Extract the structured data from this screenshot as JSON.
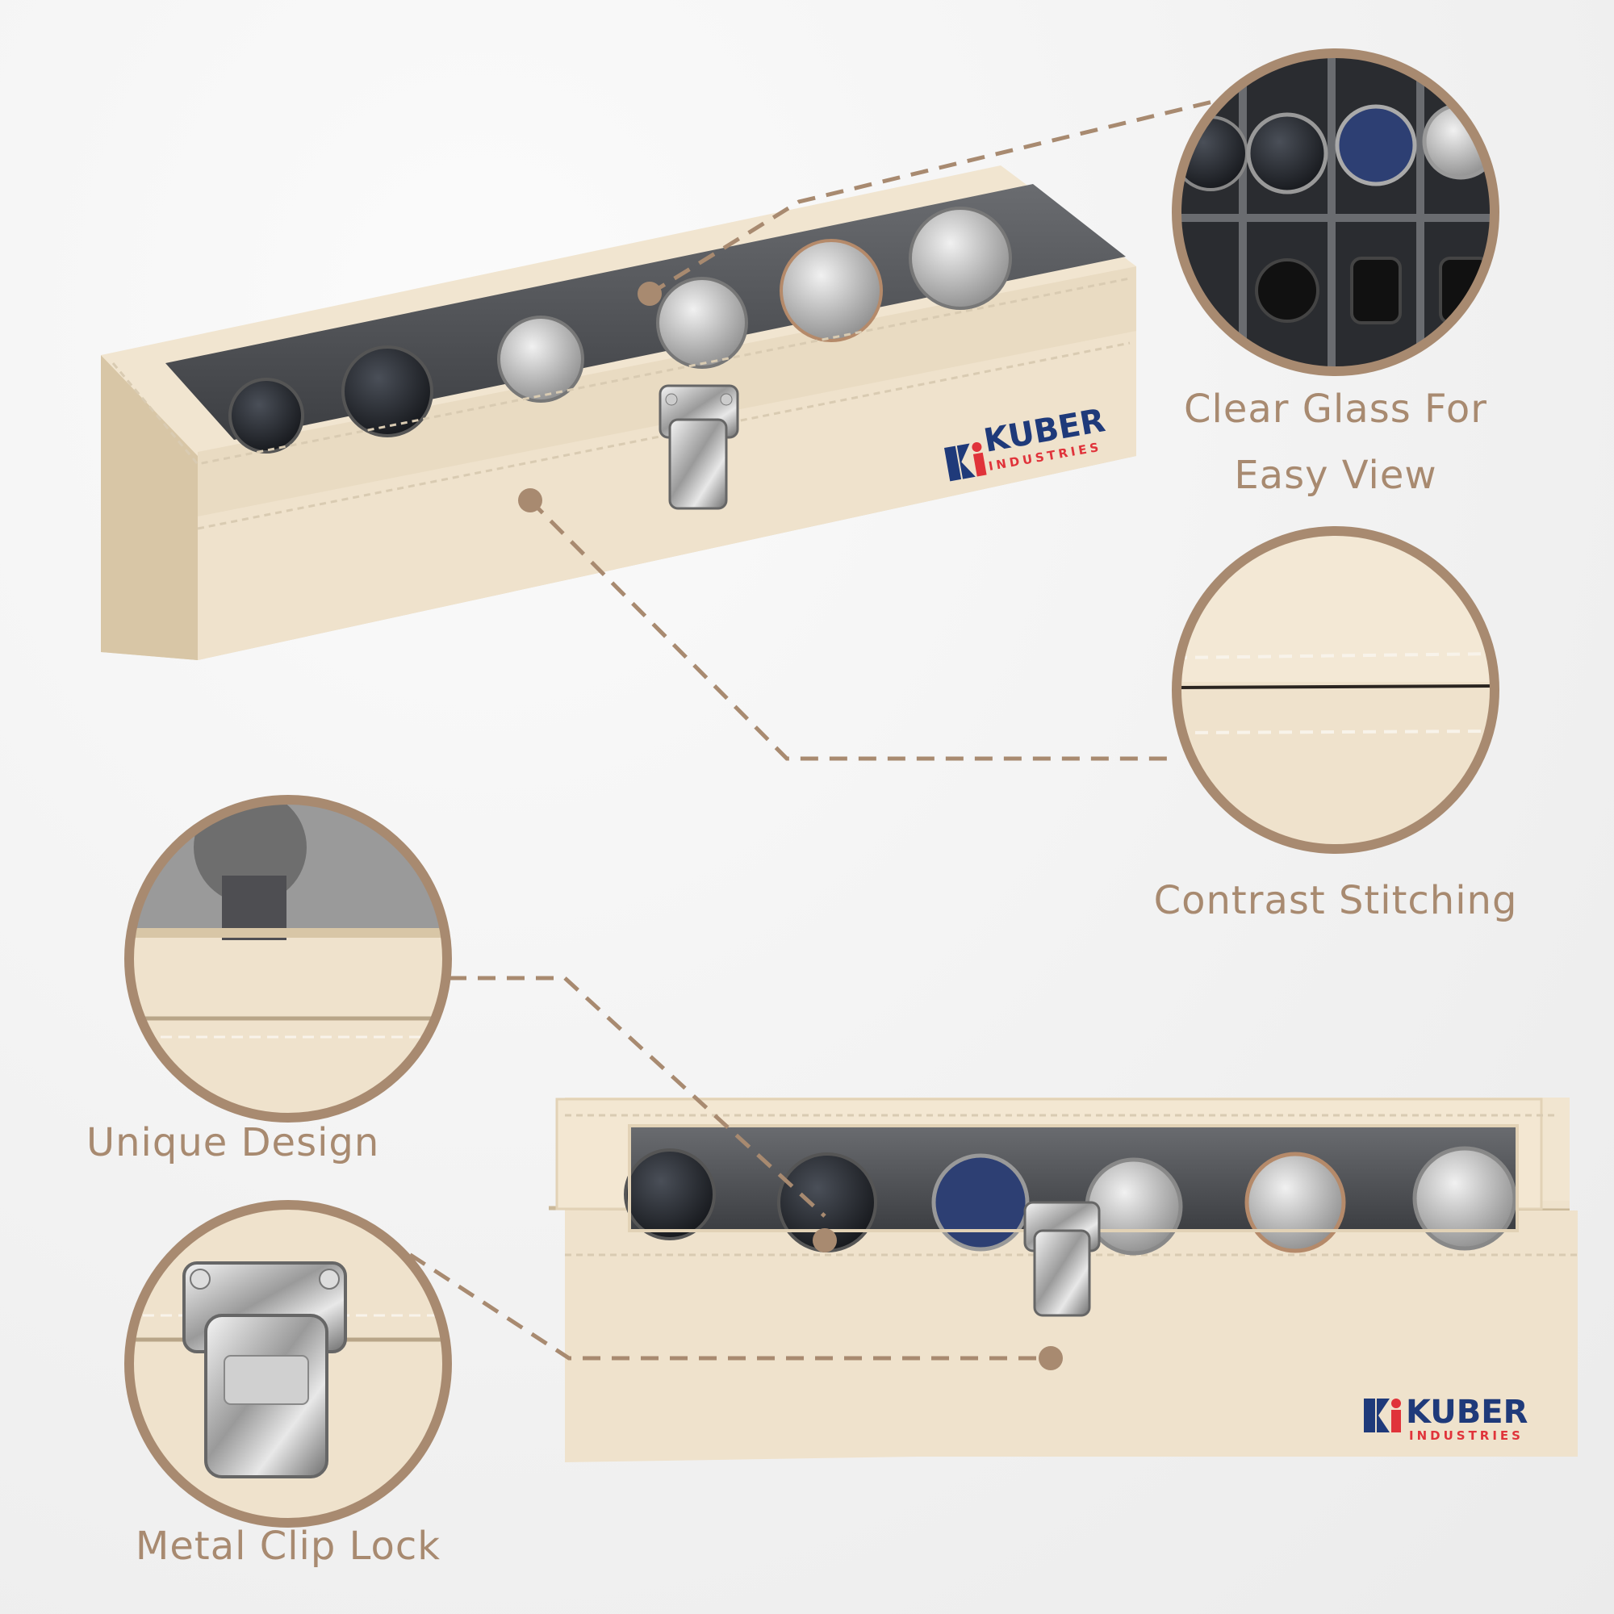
{
  "brand": {
    "name": "KUBER",
    "sub": "INDUSTRIES",
    "primary_color": "#1f3a7a",
    "accent_color": "#e0333a"
  },
  "callouts": {
    "clear_glass": {
      "line1": "Clear Glass For",
      "line2": "Easy View",
      "icon": "watch-grid-closeup"
    },
    "stitching": {
      "label": "Contrast Stitching",
      "icon": "stitching-closeup"
    },
    "unique_design": {
      "label": "Unique Design",
      "icon": "lid-edge-closeup"
    },
    "clip_lock": {
      "label": "Metal Clip Lock",
      "icon": "clip-lock-closeup"
    }
  },
  "colors": {
    "leather": "#efe2cc",
    "leather_shade": "#e0cfb3",
    "accent_line": "#a88a70",
    "interior": "#4a4c50"
  }
}
